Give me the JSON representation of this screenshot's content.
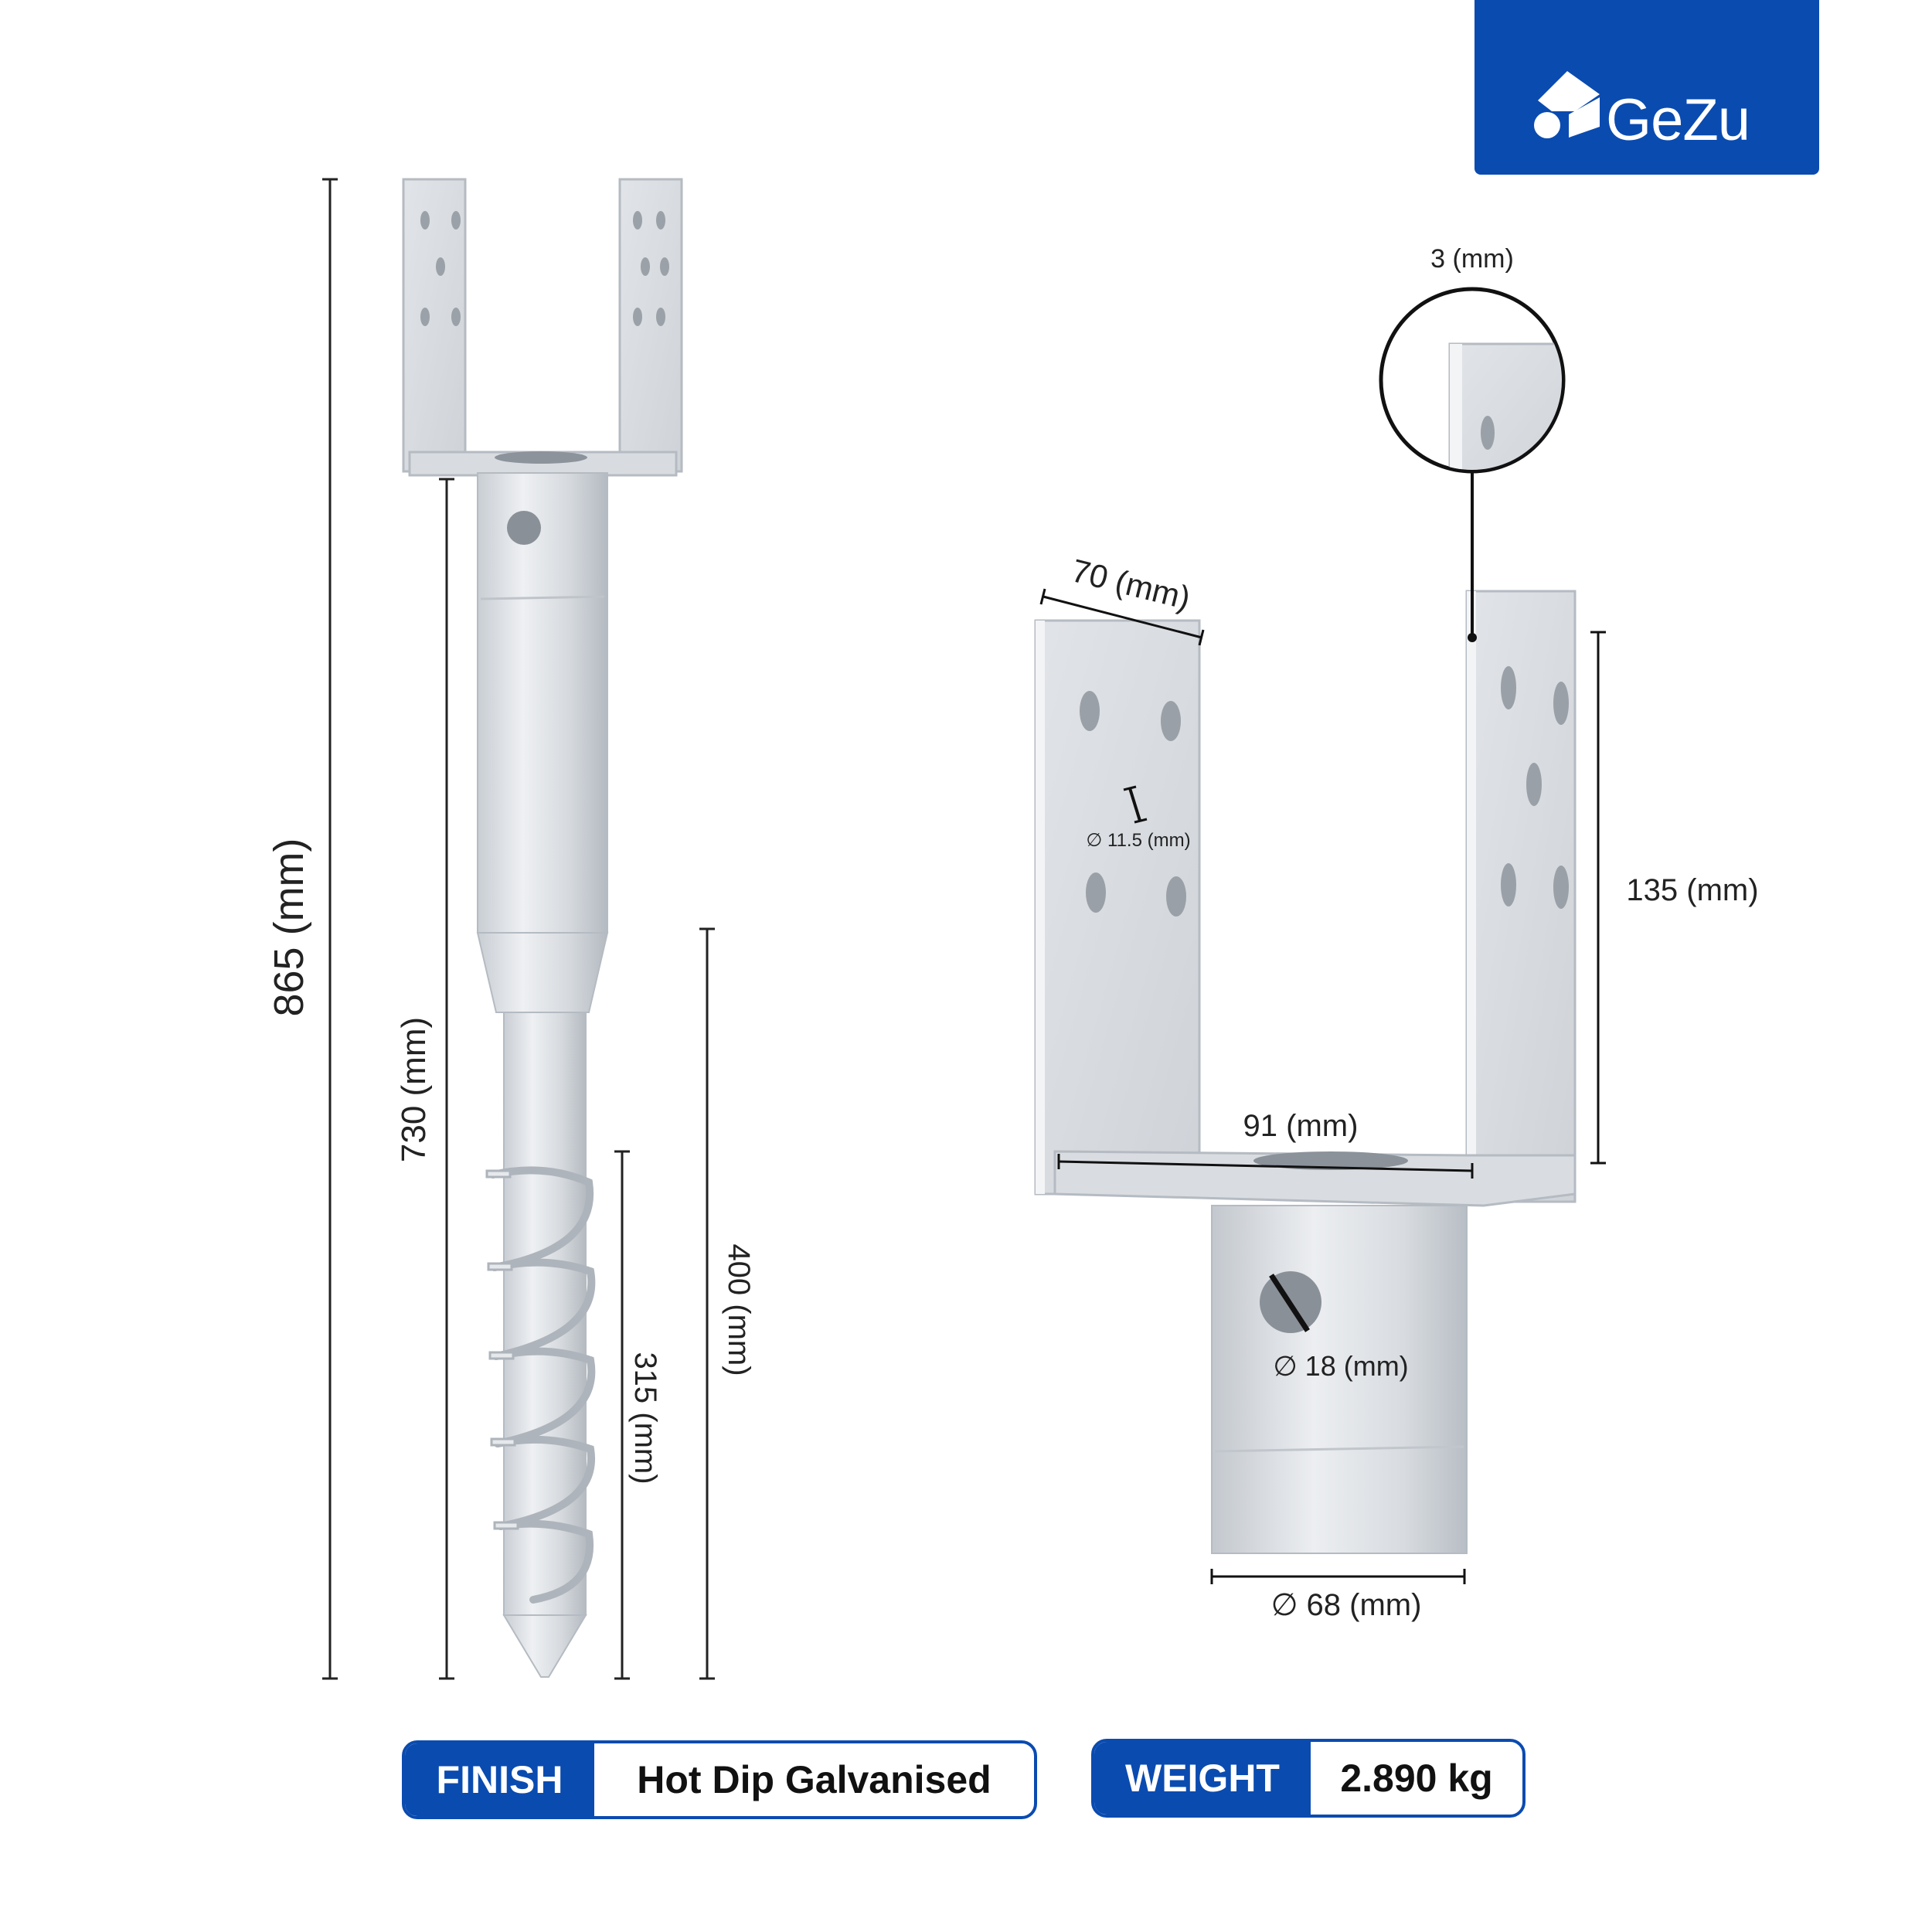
{
  "brand": {
    "name": "GeZu",
    "color": "#0a4bb0"
  },
  "left_view": {
    "total_height_label": "865 (mm)",
    "tube_height_label": "730 (mm)",
    "spike_length_label": "400 (mm)",
    "screw_length_label": "315 (mm)"
  },
  "right_view": {
    "thickness_label": "3 (mm)",
    "plate_width_label": "70 (mm)",
    "plate_height_label": "135 (mm)",
    "hole_small_label": "∅ 11.5 (mm)",
    "inner_width_label": "91 (mm)",
    "hole_large_label": "∅ 18 (mm)",
    "tube_diameter_label": "∅ 68 (mm)"
  },
  "badges": {
    "finish": {
      "label": "FINISH",
      "value": "Hot Dip Galvanised"
    },
    "weight": {
      "label": "WEIGHT",
      "value": "2.890 kg"
    }
  }
}
